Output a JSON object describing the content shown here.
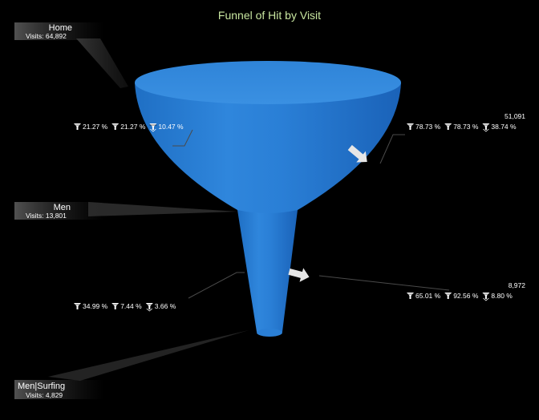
{
  "title": "Funnel of Hit by Visit",
  "chart_data": {
    "type": "funnel",
    "title": "Funnel of Hit by Visit",
    "stages": [
      {
        "name": "Home",
        "visits_label": "Visits: 64,892",
        "visits": 64892
      },
      {
        "name": "Men",
        "visits_label": "Visits: 13,801",
        "visits": 13801
      },
      {
        "name": "Men|Surfing",
        "visits_label": "Visits: 4,829",
        "visits": 4829
      }
    ],
    "conversions": [
      {
        "from": "Home",
        "to": "Men",
        "pct": [
          "21.27 %",
          "21.27 %",
          "10.47 %"
        ]
      },
      {
        "from": "Men",
        "to": "Men|Surfing",
        "pct": [
          "34.99 %",
          "7.44 %",
          "3.66 %"
        ]
      }
    ],
    "dropoffs": [
      {
        "stage": "Home",
        "count": "51,091",
        "pct": [
          "78.73 %",
          "78.73 %",
          "38.74 %"
        ]
      },
      {
        "stage": "Men",
        "count": "8,972",
        "pct": [
          "65.01 %",
          "92.56 %",
          "8.80 %"
        ]
      }
    ]
  },
  "colors": {
    "background": "#000000",
    "funnel_main": "#2a7fd6",
    "funnel_dark": "#175fb0",
    "funnel_top": "#3d8fe0",
    "title_color": "#c8e6a0",
    "label_bg": "#3a3a3a",
    "arrow": "#e6e6e6"
  },
  "icons": [
    "funnel-icon",
    "funnel-down-icon",
    "arrow-icon"
  ]
}
